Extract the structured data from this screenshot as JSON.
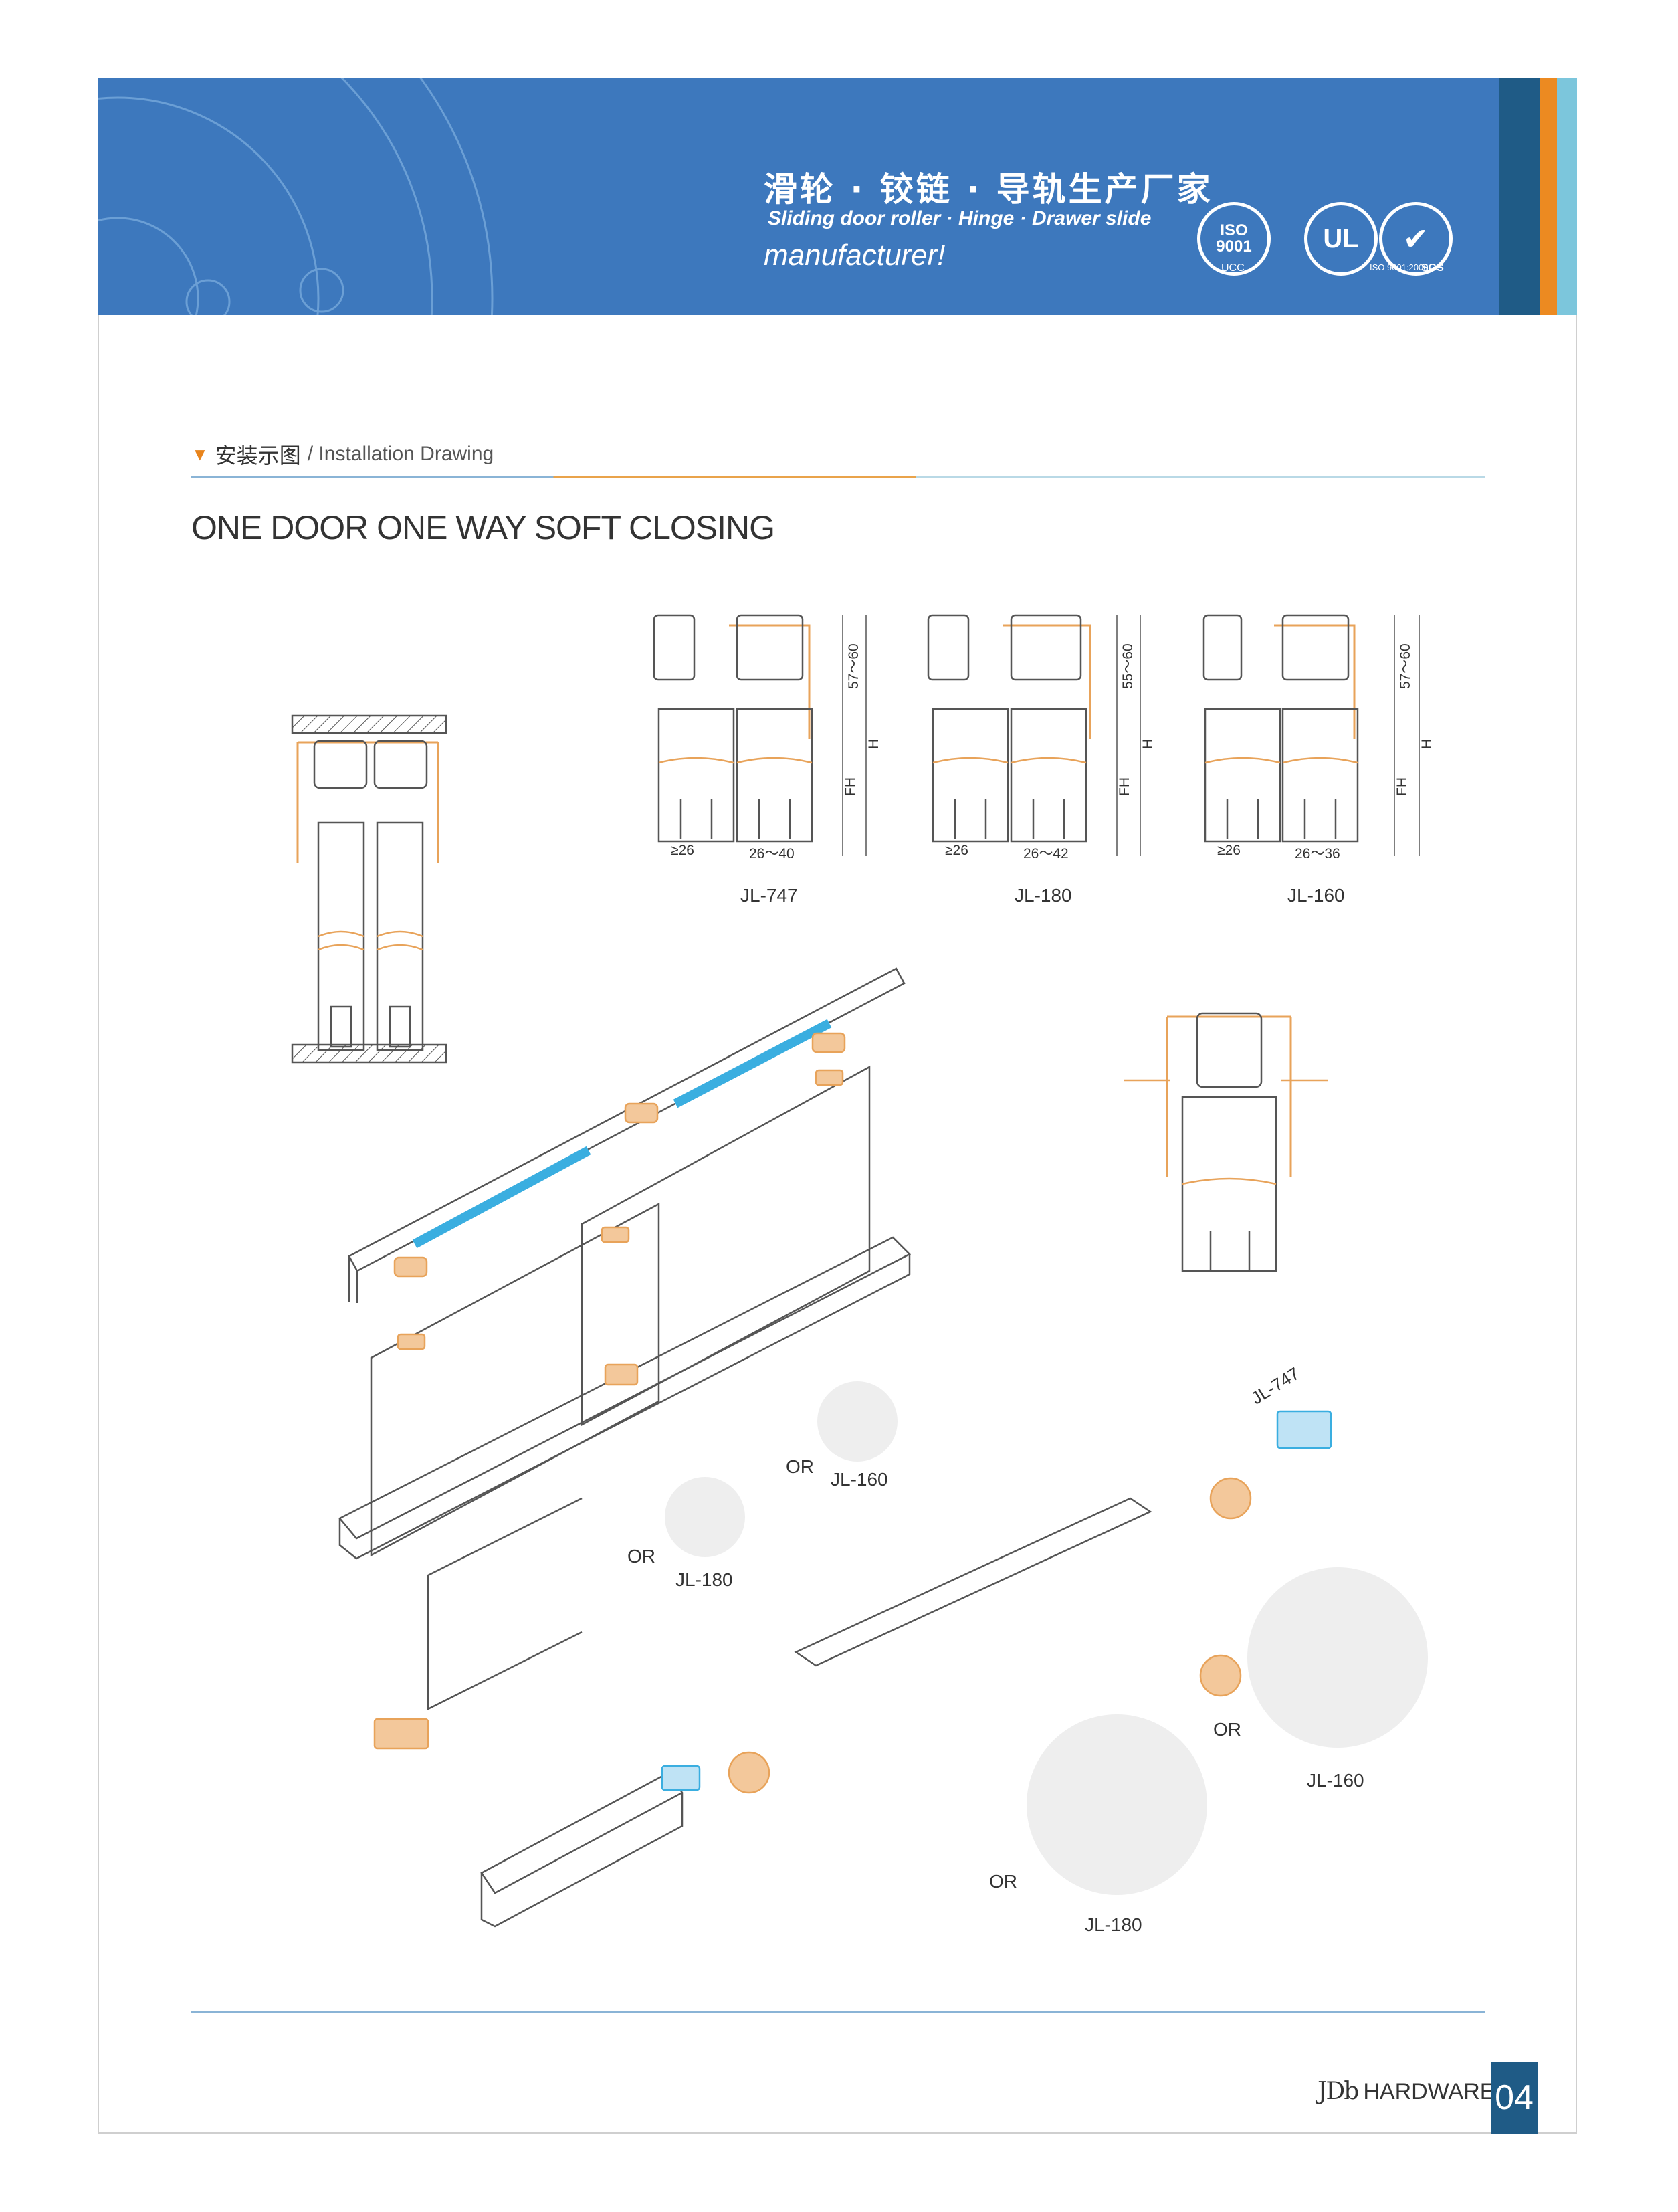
{
  "banner": {
    "title_cn": "滑轮 · 铰链 · 导轨生产厂家",
    "subtitle_en": "Sliding door roller · Hinge · Drawer slide",
    "subtitle_en2": "manufacturer!",
    "cert_iso_top": "ISO",
    "cert_iso_num": "9001",
    "cert_iso_sub": "UCC",
    "cert_ul": "UL",
    "cert_sgs": "SGS",
    "cert_sgs_sub": "ISO 9001:2000"
  },
  "section": {
    "marker_cn": "安装示图",
    "marker_en": "/ Installation Drawing"
  },
  "title": "ONE DOOR ONE WAY SOFT CLOSING",
  "profiles": [
    {
      "model": "JL-747",
      "dim_top": "57～60",
      "dim_h": "H",
      "dim_fh": "FH",
      "w_left": "≥26",
      "w_right": "26～40"
    },
    {
      "model": "JL-180",
      "dim_top": "55～60",
      "dim_h": "H",
      "dim_fh": "FH",
      "w_left": "≥26",
      "w_right": "26～42"
    },
    {
      "model": "JL-160",
      "dim_top": "57～60",
      "dim_h": "H",
      "dim_fh": "FH",
      "w_left": "≥26",
      "w_right": "26～36"
    }
  ],
  "callouts": {
    "or_1": "OR",
    "jl160_top": "JL-160",
    "or_2": "OR",
    "jl180_left": "JL-180",
    "jl747_tag": "JL-747",
    "or_3": "OR",
    "jl160_right": "JL-160",
    "or_4": "OR",
    "jl180_bottom": "JL-180"
  },
  "footer": {
    "brand_logo": "JDb",
    "brand_text": "HARDWARE",
    "page_number": "04"
  },
  "colors": {
    "banner_blue": "#3d78bd",
    "stripe_dark": "#1f5b86",
    "stripe_orange": "#ec8a21",
    "stripe_light": "#7cc6dc",
    "part_orange": "#e8a35a",
    "part_blue": "#3aaee0"
  }
}
